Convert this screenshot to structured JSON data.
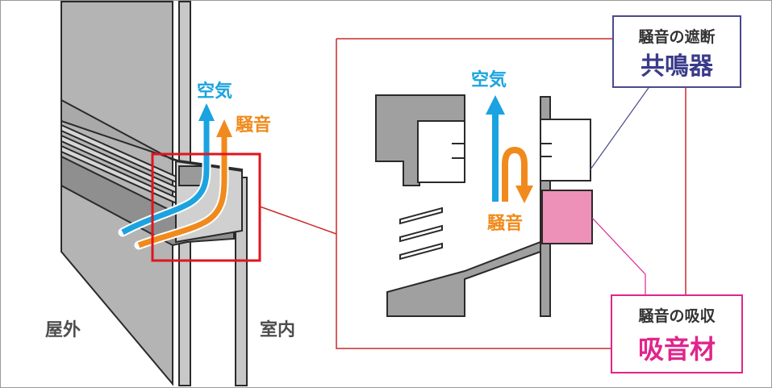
{
  "labels": {
    "outdoor": "屋外",
    "indoor": "室内",
    "air_left": "空気",
    "noise_left": "騒音",
    "air_right": "空気",
    "noise_right": "騒音"
  },
  "callouts": {
    "resonator": {
      "caption": "騒音の遮断",
      "title": "共鳴器"
    },
    "absorber": {
      "caption": "騒音の吸収",
      "title": "吸音材"
    }
  },
  "colors": {
    "panel_gray": "#b4b4b4",
    "panel_dark": "#8f8f8f",
    "outline": "#2a2a2a",
    "air_blue": "#1aa3e0",
    "noise_orange": "#f08a1c",
    "highlight_red": "#e0151e",
    "leader_red": "#cc2a2a",
    "resonator_border": "#4a4a8c",
    "resonator_text": "#3b3b8a",
    "absorber_fill": "#ee91b8",
    "absorber_border": "#e0258c",
    "absorber_text": "#e0258c",
    "label_gray": "#4d4d4d"
  }
}
